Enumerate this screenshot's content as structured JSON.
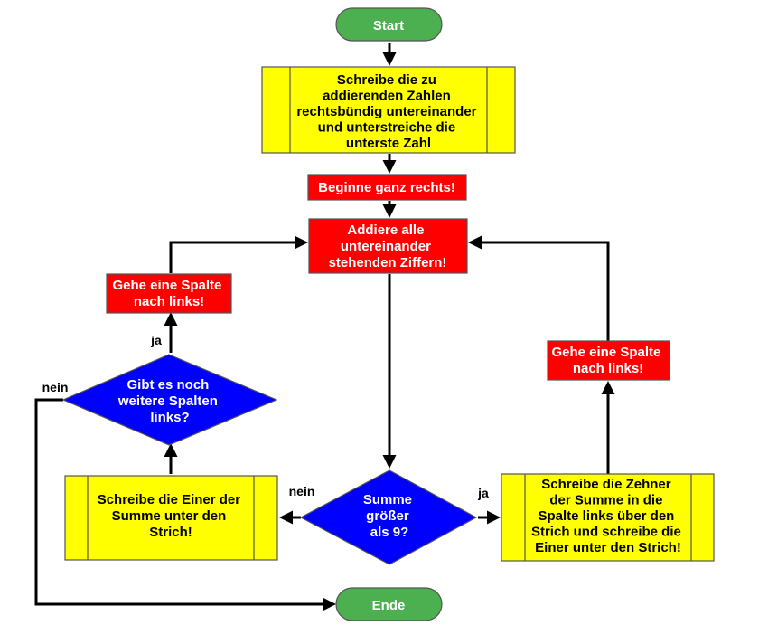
{
  "colors": {
    "terminal": "#4caf50",
    "process": "#ffff00",
    "action": "#ff0000",
    "decision": "#0000ff",
    "line": "#000000"
  },
  "nodes": {
    "start": [
      "Start"
    ],
    "write_numbers": [
      "Schreibe die zu",
      "addierenden Zahlen",
      "rechtsbündig untereinander",
      "und unterstreiche die",
      "unterste Zahl"
    ],
    "begin_right": [
      "Beginne ganz rechts!"
    ],
    "add_digits": [
      "Addiere alle",
      "untereinander",
      "stehenden Ziffern!"
    ],
    "move_left_a": [
      "Gehe eine Spalte",
      "nach links!"
    ],
    "more_columns": [
      "Gibt es noch",
      "weitere Spalten",
      "links?"
    ],
    "write_ones": [
      "Schreibe die Einer der",
      "Summe unter den",
      "Strich!"
    ],
    "sum_gt_9": [
      "Summe",
      "größer",
      "als 9?"
    ],
    "write_tens": [
      "Schreibe die Zehner",
      "der Summe in die",
      "Spalte links über den",
      "Strich und schreibe die",
      "Einer unter den Strich!"
    ],
    "move_left_b": [
      "Gehe eine Spalte",
      "nach links!"
    ],
    "end": [
      "Ende"
    ]
  },
  "edges": {
    "more_columns_yes": "ja",
    "more_columns_no": "nein",
    "sum_no": "nein",
    "sum_yes": "ja"
  }
}
